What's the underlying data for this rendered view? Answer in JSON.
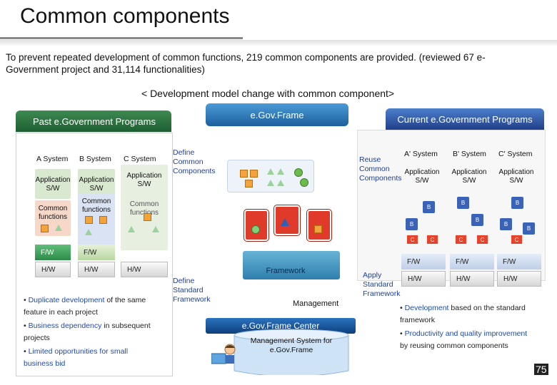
{
  "title": "Common components",
  "intro": "To prevent repeated development of common functions, 219 common components are provided. (reviewed 67 e-Government project and 31,114 functionalities)",
  "subtitle": "< Development model change with common component>",
  "center_tab": "e.Gov.Frame",
  "past": {
    "tab": "Past e.Government Programs",
    "systems": [
      "A System",
      "B System",
      "C System"
    ],
    "app_sw": "Application S/W",
    "common_functions": "Common functions",
    "fw": "F/W",
    "hw": "H/W",
    "bullets": [
      {
        "key": "Duplicate development",
        "rest": " of the same feature in each project"
      },
      {
        "key": "Business dependency",
        "rest": " in subsequent projects"
      },
      {
        "key": "Limited opportunities for small business bid",
        "rest": ""
      }
    ]
  },
  "center": {
    "define_common": "Define Common Components",
    "define_standard": "Define Standard Framework",
    "framework": "Framework",
    "management": "Management",
    "center_label": "e.Gov.Frame  Center",
    "mgmt_system": "Management System for e.Gov.Frame"
  },
  "current": {
    "tab": "Current e.Government Programs",
    "systems": [
      "A' System",
      "B' System",
      "C' System"
    ],
    "app_sw": "Application S/W",
    "reuse": "Reuse Common Components",
    "apply": "Apply Standard Framework",
    "b": "B",
    "c": "C",
    "fw": "F/W",
    "hw": "H/W",
    "bullets": [
      {
        "key": "Development",
        "rest": " based on the standard framework"
      },
      {
        "key": "Productivity and quality improvement",
        "rest": " by reusing common components"
      }
    ]
  },
  "page_number": "75",
  "colors": {
    "green_tab": "#2d7a41",
    "blue_tab": "#2a6fb4",
    "navy_tab": "#2e4f9e",
    "red_shape": "#e03a2a"
  }
}
